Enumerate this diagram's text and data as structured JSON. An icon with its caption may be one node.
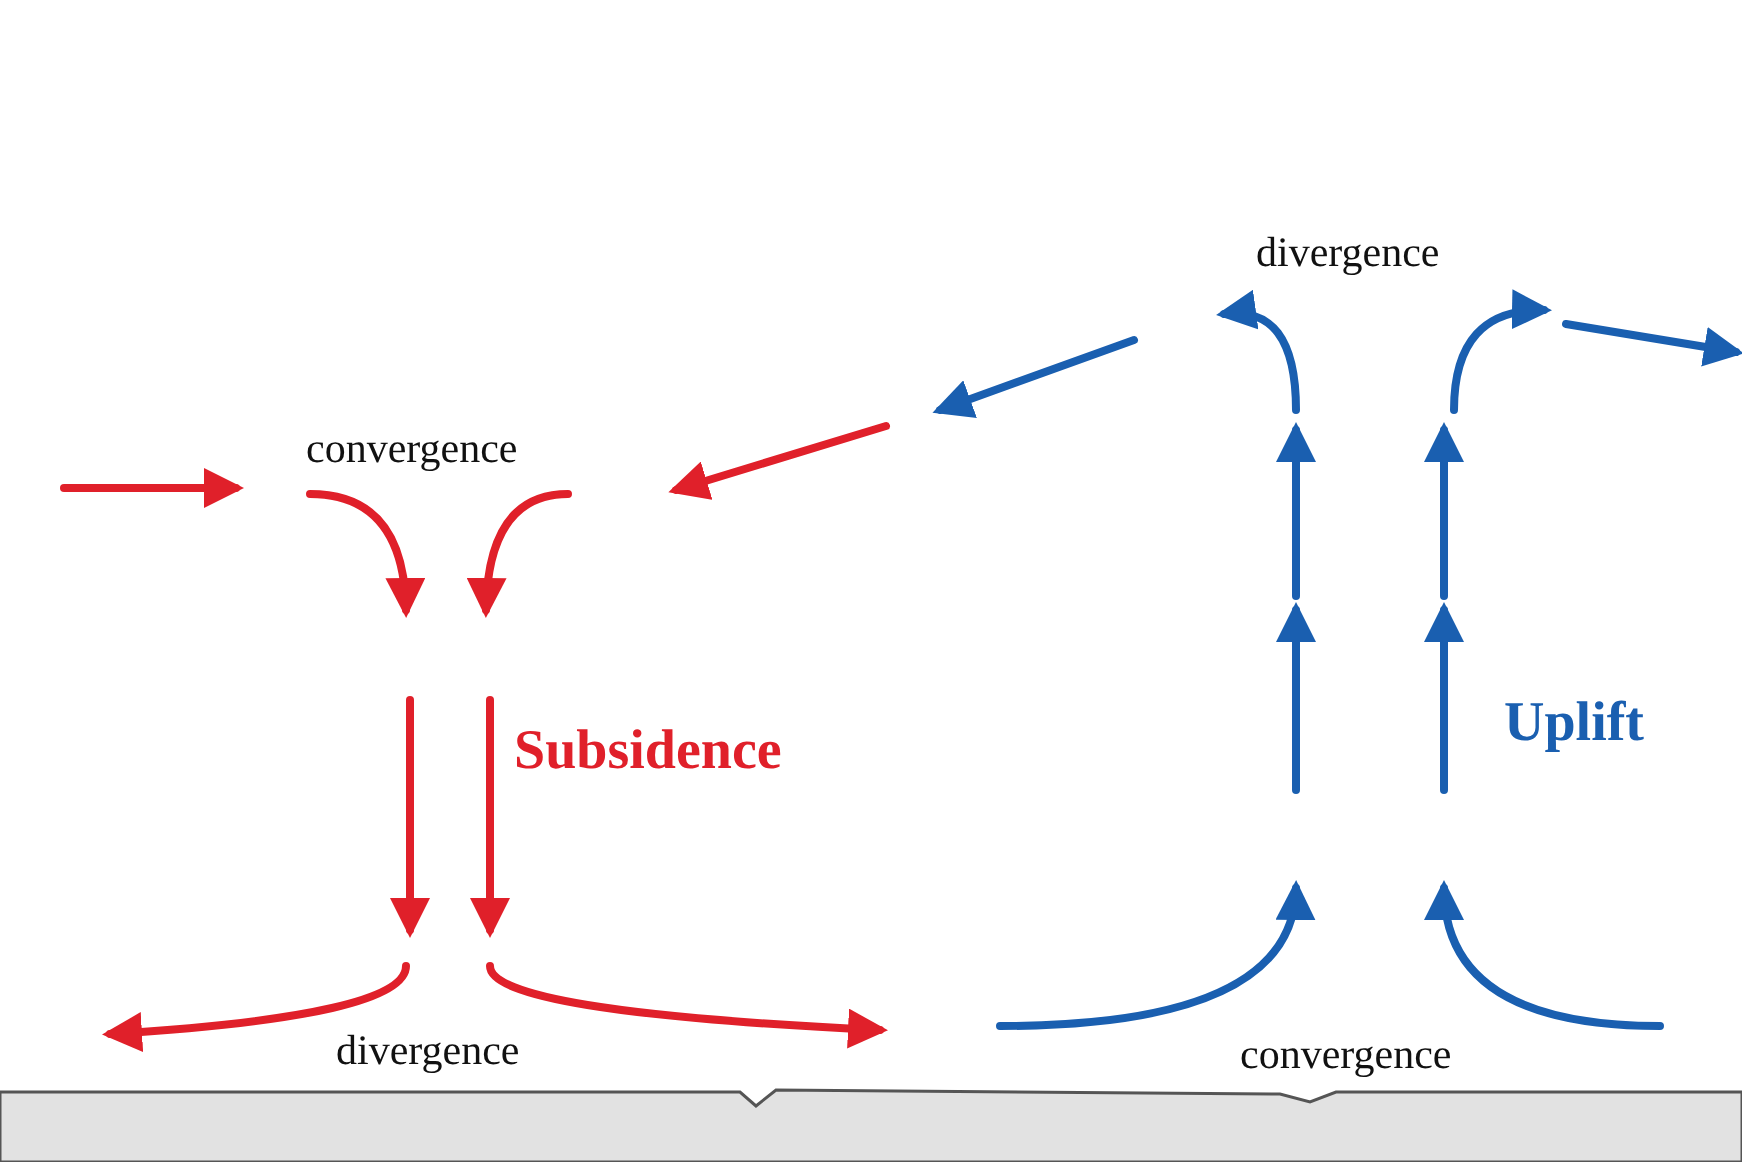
{
  "diagram": {
    "labels": [
      "divergence",
      "convergence",
      "Subsidence",
      "Uplift",
      "divergence",
      "convergence"
    ]
  }
}
